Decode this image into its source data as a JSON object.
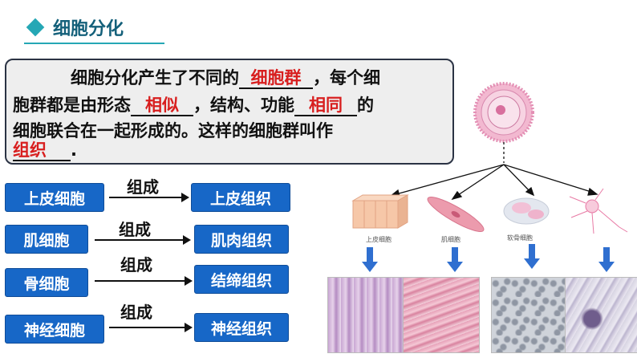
{
  "header": {
    "title": "细胞分化"
  },
  "definition": {
    "line1_prefix": "细胞分化产生了不同的",
    "answer1": "细胞群",
    "line1_suffix": "，每个细",
    "line2_prefix": "胞群都是由形态",
    "answer2": "相似",
    "line2_mid": "，结构、功能",
    "answer3": "相同",
    "line2_suffix": "的",
    "line3": "细胞联合在一起形成的。这样的细胞群叫作",
    "answer4": "组织",
    "line4_suffix": "."
  },
  "rows": [
    {
      "cell": "上皮细胞",
      "verb": "组成",
      "tissue": "上皮组织"
    },
    {
      "cell": "肌细胞",
      "verb": "组成",
      "tissue": "肌肉组织"
    },
    {
      "cell": "骨细胞",
      "verb": "组成",
      "tissue": "结缔组织"
    },
    {
      "cell": "神经细胞",
      "verb": "组成",
      "tissue": "神经组织"
    }
  ],
  "diagram": {
    "labels": [
      "上皮细胞",
      "肌细胞",
      "软骨细胞",
      ""
    ]
  },
  "colors": {
    "accent": "#25a7b5",
    "button": "#1767c7",
    "answer": "#d81e1e",
    "arrow": "#2f6fd0"
  }
}
